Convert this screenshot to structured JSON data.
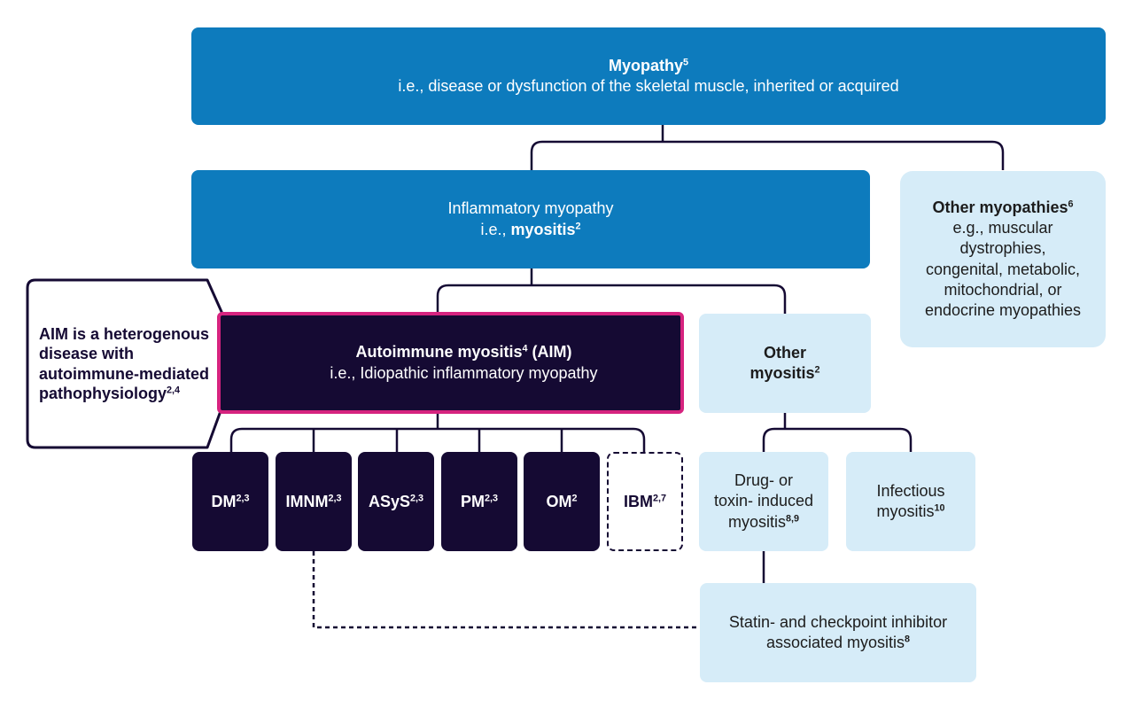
{
  "myopathy": {
    "title": "Myopathy",
    "title_ref": "5",
    "subtitle": "i.e., disease or dysfunction of the skeletal muscle, inherited or acquired"
  },
  "inflammatory": {
    "line1": "Inflammatory myopathy",
    "prefix": "i.e.,",
    "bold": "myositis",
    "ref": "2"
  },
  "other_myopathies": {
    "title": "Other myopathies",
    "ref": "6",
    "lines": [
      "e.g., muscular",
      "dystrophies,",
      "congenital, metabolic,",
      "mitochondrial, or",
      "endocrine myopathies"
    ]
  },
  "aim_callout": {
    "lines": [
      "AIM is a heterogenous",
      "disease with",
      "autoimmune-mediated"
    ],
    "last": "pathophysiology",
    "ref": "2,4"
  },
  "aim": {
    "title": "Autoimmune myositis",
    "ref": "4",
    "title_suffix": "(AIM)",
    "subtitle": "i.e., Idiopathic inflammatory myopathy"
  },
  "other_myositis": {
    "lines": [
      "Other"
    ],
    "last": "myositis",
    "ref": "2"
  },
  "subtypes": [
    {
      "label": "DM",
      "ref": "2,3"
    },
    {
      "label": "IMNM",
      "ref": "2,3"
    },
    {
      "label": "ASyS",
      "ref": "2,3"
    },
    {
      "label": "PM",
      "ref": "2,3"
    },
    {
      "label": "OM",
      "ref": "2"
    },
    {
      "label": "IBM",
      "ref": "2,7"
    }
  ],
  "drug_toxin": {
    "lines": [
      "Drug- or",
      "toxin- induced"
    ],
    "last": "myositis",
    "ref": "8,9"
  },
  "infectious": {
    "line1": "Infectious",
    "last": "myositis",
    "ref": "10"
  },
  "statin": {
    "line1": "Statin- and checkpoint inhibitor",
    "last": "associated myositis",
    "ref": "8"
  },
  "colors": {
    "primary_blue": "#0d7bbd",
    "light_blue": "#d6ecf8",
    "dark_navy": "#150a33",
    "magenta_border": "#d6237f",
    "connector": "#150a33"
  }
}
